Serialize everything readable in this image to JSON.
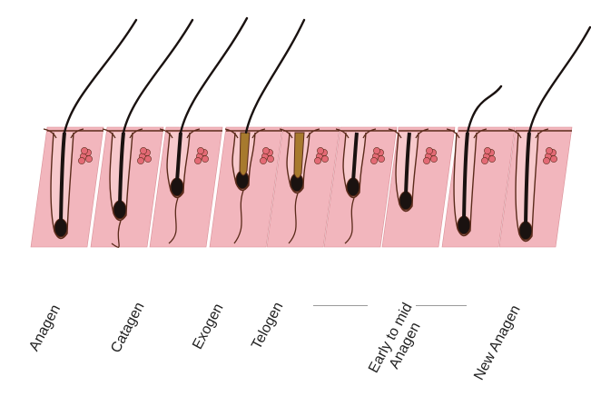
{
  "diagram": {
    "stages": [
      "Anagen",
      "Catagen",
      "Exogen",
      "Telogen",
      "Early to mid Anagen",
      "New Anagen"
    ],
    "colors": {
      "skin": "#f2b6bd",
      "skin_dark": "#d98e96",
      "outline": "#5a2a1a",
      "hair": "#1a1210",
      "club_hair": "#a77a2e",
      "gland": "#e36a75"
    }
  }
}
